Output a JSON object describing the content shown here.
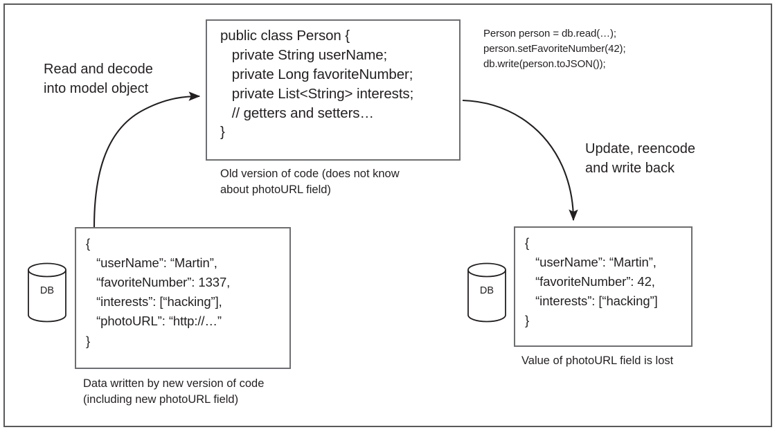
{
  "diagram": {
    "title": "Schema evolution data loss through old code round-trip",
    "stroke_color": "#6d6e71",
    "frame_color": "#58595b",
    "text_color": "#231f20",
    "background": "#ffffff"
  },
  "code_box": {
    "content": "public class Person {\n   private String userName;\n   private Long favoriteNumber;\n   private List<String> interests;\n   // getters and setters…\n}",
    "caption": "Old version of code (does not know\nabout photoURL field)"
  },
  "snippet": {
    "content": "Person person = db.read(…);\nperson.setFavoriteNumber(42);\ndb.write(person.toJSON());"
  },
  "json_left": {
    "content": "{\n   “userName”: “Martin”,\n   “favoriteNumber”: 1337,\n   “interests”: [“hacking”],\n   “photoURL”: “http://…”\n}",
    "caption": "Data written by new version of code\n(including new photoURL field)"
  },
  "json_right": {
    "content": "{\n   “userName”: “Martin”,\n   “favoriteNumber”: 42,\n   “interests”: [“hacking”]\n}",
    "caption": "Value of photoURL field is lost"
  },
  "arrows": {
    "read": {
      "label": "Read and decode\ninto model object",
      "name": "read-and-decode-arrow"
    },
    "write": {
      "label": "Update, reencode\nand write back",
      "name": "update-and-write-back-arrow"
    }
  },
  "databases": {
    "left": {
      "label": "DB",
      "name": "db-cylinder-left"
    },
    "right": {
      "label": "DB",
      "name": "db-cylinder-right"
    }
  }
}
